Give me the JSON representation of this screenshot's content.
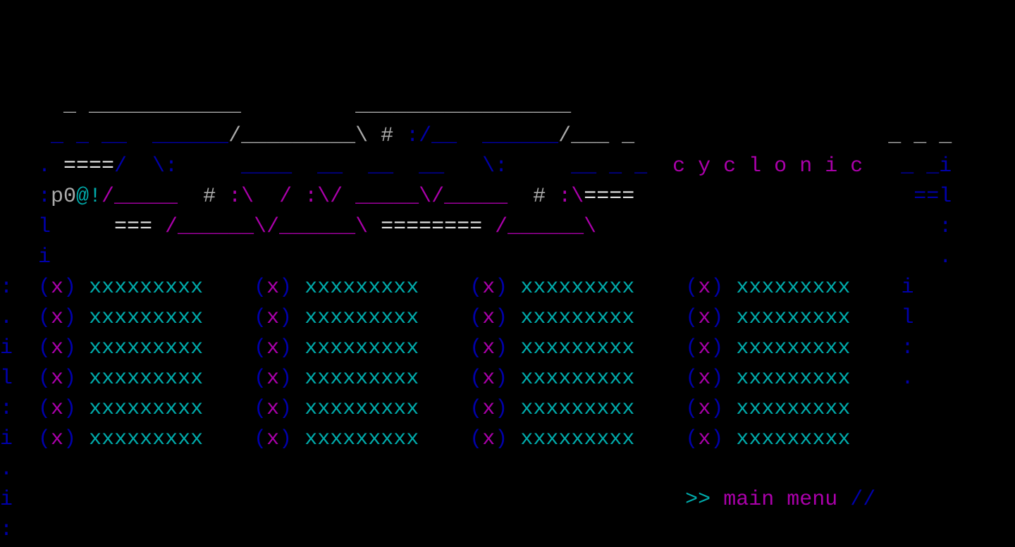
{
  "colors": {
    "b": "#0000aa",
    "m": "#aa00aa",
    "c": "#00aaaa",
    "g": "#aaaaaa",
    "w": "#e6e6e6"
  },
  "art": [
    [
      [
        "g",
        "     _ ____________         _________________"
      ]
    ],
    [
      [
        "b",
        "    _ _ __  ______"
      ],
      [
        "g",
        "/_________\\ #"
      ],
      [
        "b",
        " :/__  ______"
      ],
      [
        "g",
        "/___ _"
      ],
      [
        "g",
        "                    _ _ _"
      ]
    ],
    [
      [
        "b",
        "   ."
      ],
      [
        "w",
        " ===="
      ],
      [
        "b",
        "/  \\:"
      ],
      [
        "b",
        "     ____  __  __  __   \\:     __ _ _"
      ],
      [
        "m",
        "  c y c l o n i c"
      ],
      [
        "b",
        "   _ _i"
      ]
    ],
    [
      [
        "b",
        "   :"
      ],
      [
        "g",
        "p0"
      ],
      [
        "c",
        "@!"
      ],
      [
        "m",
        "/_____"
      ],
      [
        "g",
        "  #"
      ],
      [
        "m",
        " :\\  / :\\/ _____\\/_____"
      ],
      [
        "g",
        "  #"
      ],
      [
        "m",
        " :\\"
      ],
      [
        "w",
        "===="
      ],
      [
        "b",
        "                      ==l"
      ]
    ],
    [
      [
        "b",
        "   l"
      ],
      [
        "w",
        "     ==="
      ],
      [
        "m",
        " /______\\/______\\"
      ],
      [
        "w",
        " ========"
      ],
      [
        "m",
        " /______\\"
      ],
      [
        "b",
        "                           :"
      ]
    ],
    [
      [
        "b",
        "   i"
      ],
      [
        "b",
        "                                                                      ."
      ]
    ]
  ],
  "border": {
    "left": [
      ":",
      ".",
      "i",
      "l",
      ":",
      "i",
      ".",
      "i",
      ":"
    ],
    "right": [
      "i",
      "l",
      ":",
      "."
    ]
  },
  "menu": {
    "open": "(",
    "close": ")",
    "items": [
      {
        "marker": "x",
        "label": "xxxxxxxxx"
      },
      {
        "marker": "x",
        "label": "xxxxxxxxx"
      },
      {
        "marker": "x",
        "label": "xxxxxxxxx"
      },
      {
        "marker": "x",
        "label": "xxxxxxxxx"
      },
      {
        "marker": "x",
        "label": "xxxxxxxxx"
      },
      {
        "marker": "x",
        "label": "xxxxxxxxx"
      },
      {
        "marker": "x",
        "label": "xxxxxxxxx"
      },
      {
        "marker": "x",
        "label": "xxxxxxxxx"
      },
      {
        "marker": "x",
        "label": "xxxxxxxxx"
      },
      {
        "marker": "x",
        "label": "xxxxxxxxx"
      },
      {
        "marker": "x",
        "label": "xxxxxxxxx"
      },
      {
        "marker": "x",
        "label": "xxxxxxxxx"
      },
      {
        "marker": "x",
        "label": "xxxxxxxxx"
      },
      {
        "marker": "x",
        "label": "xxxxxxxxx"
      },
      {
        "marker": "x",
        "label": "xxxxxxxxx"
      },
      {
        "marker": "x",
        "label": "xxxxxxxxx"
      },
      {
        "marker": "x",
        "label": "xxxxxxxxx"
      },
      {
        "marker": "x",
        "label": "xxxxxxxxx"
      },
      {
        "marker": "x",
        "label": "xxxxxxxxx"
      },
      {
        "marker": "x",
        "label": "xxxxxxxxx"
      },
      {
        "marker": "x",
        "label": "xxxxxxxxx"
      },
      {
        "marker": "x",
        "label": "xxxxxxxxx"
      },
      {
        "marker": "x",
        "label": "xxxxxxxxx"
      },
      {
        "marker": "x",
        "label": "xxxxxxxxx"
      }
    ]
  },
  "footer": {
    "arrows": ">>",
    "label": "main menu",
    "slashes": "//"
  }
}
